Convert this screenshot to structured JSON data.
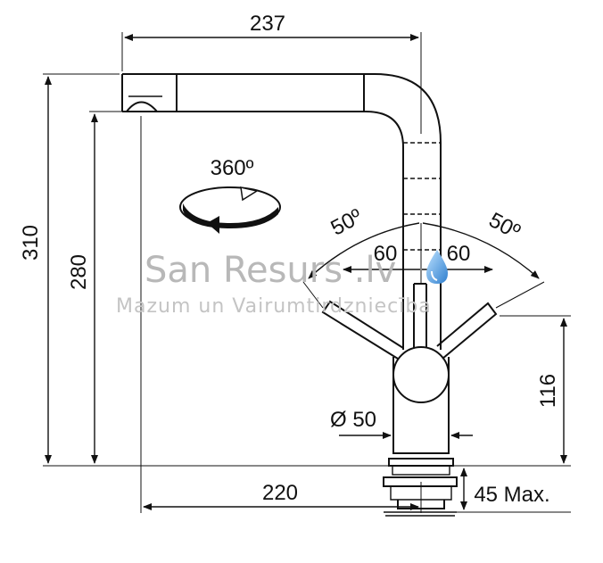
{
  "dimensions": {
    "spout_reach": "237",
    "total_height": "310",
    "spout_height": "280",
    "base_reach": "220",
    "lever_height": "116",
    "base_diameter": "Ø 50",
    "deck_thickness": "45 Max.",
    "rotation": "360º",
    "lever_angle_left": "50º",
    "lever_angle_right": "50º",
    "lever_reach_left": "60",
    "lever_reach_right": "60"
  },
  "watermark": {
    "brand": "San Resurs .lv",
    "tagline": "Mazum un Vairumtirdzniecība"
  },
  "icons": {
    "water_drop": "water-drop-icon",
    "rotation_arrow": "rotation-arrow-icon"
  },
  "colors": {
    "line": "#111111",
    "watermark": "#b8b8b8",
    "drop_blue": "#3a8fd6"
  }
}
